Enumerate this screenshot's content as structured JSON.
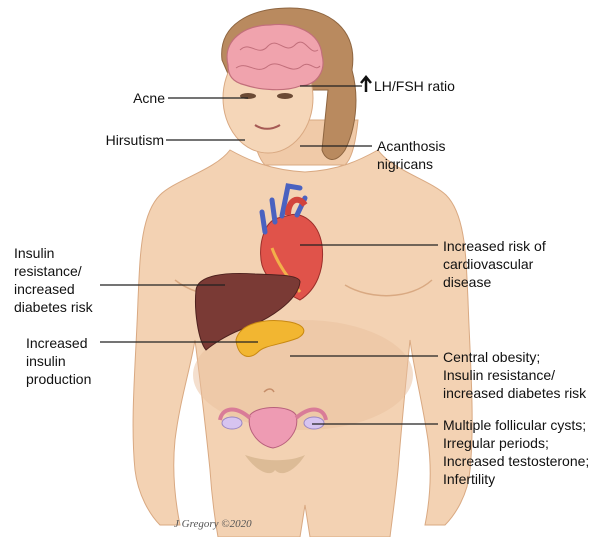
{
  "labels": {
    "lh_fsh": "LH/FSH ratio",
    "acne": "Acne",
    "hirsutism": "Hirsutism",
    "acanthosis": "Acanthosis\nnigricans",
    "insulin_resistance": "Insulin\nresistance/\nincreased\ndiabetes risk",
    "cardio": "Increased risk of\ncardiovascular\ndisease",
    "increased_insulin": "Increased\ninsulin\nproduction",
    "central_obesity": "Central obesity;\nInsulin resistance/\nincreased diabetes risk",
    "ovary": "Multiple follicular cysts;\nIrregular periods;\nIncreased testosterone;\nInfertility"
  },
  "signature": "J Gregory ©2020",
  "colors": {
    "skin": "#f3d2b3",
    "skin_shadow": "#e2b592",
    "hair": "#b98a5f",
    "brain": "#f0a3ad",
    "heart": "#e0534a",
    "liver": "#7a3a35",
    "pancreas": "#f2b631",
    "uterus": "#ee9bb3",
    "leader_line": "#222222"
  }
}
